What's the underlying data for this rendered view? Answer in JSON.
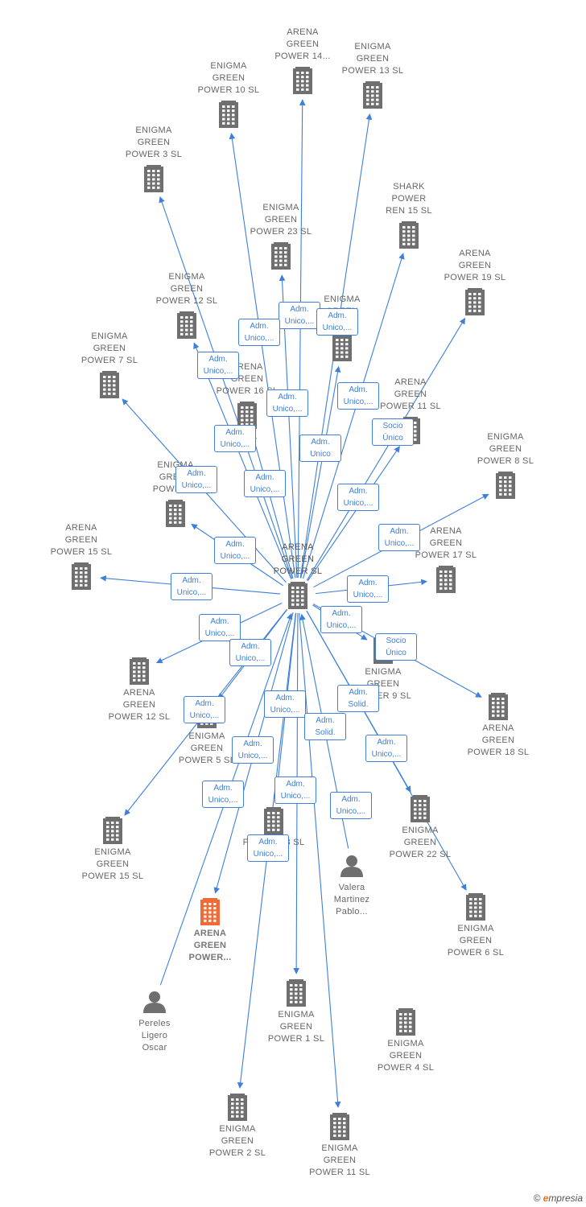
{
  "nodes": [
    {
      "id": "center",
      "type": "company",
      "label": [
        "ARENA",
        "GREEN",
        "POWER  SL"
      ],
      "variant": "main"
    },
    {
      "id": "ag14",
      "type": "company",
      "label": [
        "ARENA",
        "GREEN",
        "POWER 14..."
      ]
    },
    {
      "id": "eg13",
      "type": "company",
      "label": [
        "ENIGMA",
        "GREEN",
        "POWER 13  SL"
      ]
    },
    {
      "id": "eg10",
      "type": "company",
      "label": [
        "ENIGMA",
        "GREEN",
        "POWER 10  SL"
      ]
    },
    {
      "id": "eg3",
      "type": "company",
      "label": [
        "ENIGMA",
        "GREEN",
        "POWER 3  SL"
      ]
    },
    {
      "id": "eg23",
      "type": "company",
      "label": [
        "ENIGMA",
        "GREEN",
        "POWER 23  SL"
      ]
    },
    {
      "id": "shark",
      "type": "company",
      "label": [
        "SHARK",
        "POWER",
        "REN 15  SL"
      ]
    },
    {
      "id": "ag19",
      "type": "company",
      "label": [
        "ARENA",
        "GREEN",
        "POWER 19  SL"
      ]
    },
    {
      "id": "eg12a",
      "type": "company",
      "label": [
        "ENIGMA",
        "GREEN",
        "POWER 12  SL"
      ]
    },
    {
      "id": "eg_mid",
      "type": "company",
      "label": [
        "ENIGMA",
        "GREEN",
        "... SL"
      ]
    },
    {
      "id": "eg7",
      "type": "company",
      "label": [
        "ENIGMA",
        "GREEN",
        "POWER 7  SL"
      ]
    },
    {
      "id": "ag16",
      "type": "company",
      "label": [
        "ARENA",
        "GREEN",
        "POWER 16  SL"
      ]
    },
    {
      "id": "ag11",
      "type": "company",
      "label": [
        "ARENA",
        "GREEN",
        "POWER 11  SL"
      ]
    },
    {
      "id": "eg8",
      "type": "company",
      "label": [
        "ENIGMA",
        "GREEN",
        "POWER 8  SL"
      ]
    },
    {
      "id": "eg_left",
      "type": "company",
      "label": [
        "ENIGMA",
        "GREEN",
        "POWER ..."
      ]
    },
    {
      "id": "ag15",
      "type": "company",
      "label": [
        "ARENA",
        "GREEN",
        "POWER 15  SL"
      ]
    },
    {
      "id": "ag17",
      "type": "company",
      "label": [
        "ARENA",
        "GREEN",
        "POWER 17  SL"
      ]
    },
    {
      "id": "ag12",
      "type": "company",
      "label": [
        "ARENA",
        "GREEN",
        "POWER 12  SL"
      ]
    },
    {
      "id": "eg9",
      "type": "company",
      "label": [
        "ENIGMA",
        "GREEN",
        "POWER 9  SL"
      ]
    },
    {
      "id": "ag18",
      "type": "company",
      "label": [
        "ARENA",
        "GREEN",
        "POWER 18  SL"
      ]
    },
    {
      "id": "eg5",
      "type": "company",
      "label": [
        "ENIGMA",
        "GREEN",
        "POWER 5  SL"
      ]
    },
    {
      "id": "eg15",
      "type": "company",
      "label": [
        "ENIGMA",
        "GREEN",
        "POWER 15  SL"
      ]
    },
    {
      "id": "ag13",
      "type": "company",
      "label": [
        "POWER 13  SL"
      ]
    },
    {
      "id": "eg22",
      "type": "company",
      "label": [
        "ENIGMA",
        "GREEN",
        "POWER 22  SL"
      ]
    },
    {
      "id": "valera",
      "type": "person",
      "label": [
        "Valera",
        "Martinez",
        "Pablo..."
      ]
    },
    {
      "id": "eg6",
      "type": "company",
      "label": [
        "ENIGMA",
        "GREEN",
        "POWER 6  SL"
      ]
    },
    {
      "id": "agfocus",
      "type": "company",
      "label": [
        "ARENA",
        "GREEN",
        "POWER..."
      ],
      "variant": "focus"
    },
    {
      "id": "pereles",
      "type": "person",
      "label": [
        "Pereles",
        "Ligero",
        "Oscar"
      ]
    },
    {
      "id": "eg1",
      "type": "company",
      "label": [
        "ENIGMA",
        "GREEN",
        "POWER 1  SL"
      ]
    },
    {
      "id": "eg4",
      "type": "company",
      "label": [
        "ENIGMA",
        "GREEN",
        "POWER 4  SL"
      ]
    },
    {
      "id": "eg2",
      "type": "company",
      "label": [
        "ENIGMA",
        "GREEN",
        "POWER 2  SL"
      ]
    },
    {
      "id": "eg11",
      "type": "company",
      "label": [
        "ENIGMA",
        "GREEN",
        "POWER 11  SL"
      ]
    }
  ],
  "edges": [
    {
      "id": "e1",
      "label": [
        "Adm.",
        "Unico,..."
      ]
    },
    {
      "id": "e2",
      "label": [
        "Adm.",
        "Unico,..."
      ]
    },
    {
      "id": "e3",
      "label": [
        "Adm.",
        "Unico,..."
      ]
    },
    {
      "id": "e4",
      "label": [
        "Adm.",
        "Unico,..."
      ]
    },
    {
      "id": "e5",
      "label": [
        "Adm.",
        "Unico"
      ]
    },
    {
      "id": "e6",
      "label": [
        "Socio",
        "Único"
      ]
    },
    {
      "id": "e7",
      "label": [
        "Adm.",
        "Unico,..."
      ]
    },
    {
      "id": "e8",
      "label": [
        "Adm.",
        "Unico,..."
      ]
    },
    {
      "id": "e9",
      "label": [
        "Adm.",
        "Unico,..."
      ]
    },
    {
      "id": "e10",
      "label": [
        "Adm.",
        "Unico,..."
      ]
    },
    {
      "id": "e11",
      "label": [
        "Adm.",
        "Unico,..."
      ]
    },
    {
      "id": "e12",
      "label": [
        "Adm.",
        "Unico,..."
      ]
    },
    {
      "id": "e13",
      "label": [
        "Adm.",
        "Unico,..."
      ]
    },
    {
      "id": "e14",
      "label": [
        "Adm.",
        "Unico,..."
      ]
    },
    {
      "id": "e15",
      "label": [
        "Adm.",
        "Unico,..."
      ]
    },
    {
      "id": "e16",
      "label": [
        "Adm.",
        "Unico,..."
      ]
    },
    {
      "id": "e17",
      "label": [
        "Adm.",
        "Unico,..."
      ]
    },
    {
      "id": "e18",
      "label": [
        "Adm.",
        "Unico,..."
      ]
    },
    {
      "id": "e19",
      "label": [
        "Socio",
        "Único"
      ]
    },
    {
      "id": "e20",
      "label": [
        "Adm.",
        "Unico,..."
      ]
    },
    {
      "id": "e21",
      "label": [
        "Adm.",
        "Unico,..."
      ]
    },
    {
      "id": "e22",
      "label": [
        "Adm.",
        "Unico,..."
      ]
    },
    {
      "id": "e23",
      "label": [
        "Adm.",
        "Solid."
      ]
    },
    {
      "id": "e24",
      "label": [
        "Adm.",
        "Unico,..."
      ]
    },
    {
      "id": "e25",
      "label": [
        "Adm.",
        "Unico,..."
      ]
    },
    {
      "id": "e26",
      "label": [
        "Adm.",
        "Unico,..."
      ]
    },
    {
      "id": "e27",
      "label": [
        "Adm.",
        "Solid."
      ]
    },
    {
      "id": "e28",
      "label": [
        "Adm.",
        "Unico,..."
      ]
    },
    {
      "id": "e29",
      "label": [
        "Adm.",
        "Unico,..."
      ]
    },
    {
      "id": "e30",
      "label": [
        "Adm.",
        "Unico,..."
      ]
    }
  ],
  "colors": {
    "edge": "#3d7fd9",
    "company": "#6f6f6f",
    "focus": "#f26a36",
    "person": "#6f6f6f"
  },
  "watermark": {
    "symbol": "©",
    "brand_initial": "e",
    "brand_rest": "mpresia"
  }
}
